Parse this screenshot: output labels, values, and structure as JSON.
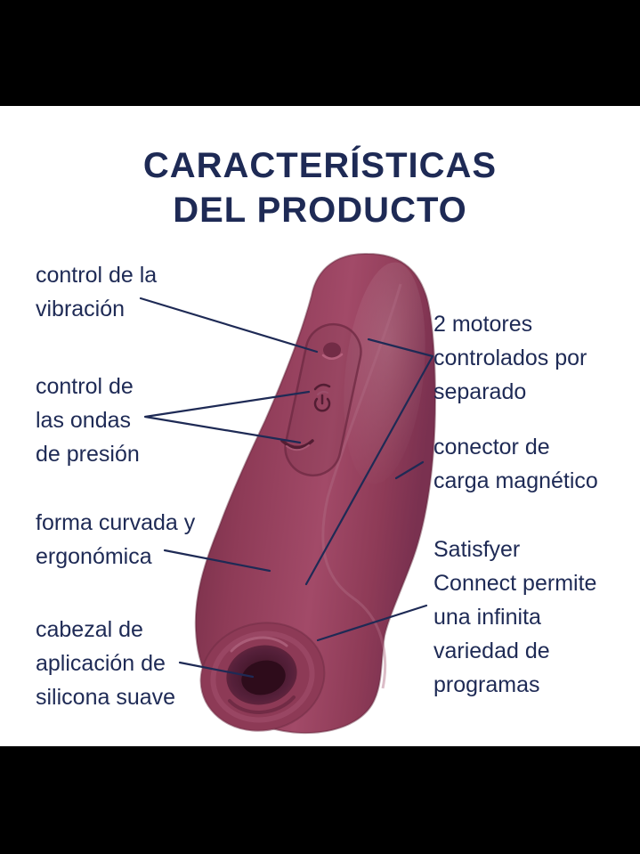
{
  "title": {
    "line1": "CARACTERÍSTICAS",
    "line2": "DEL PRODUCTO"
  },
  "callouts": {
    "left": [
      {
        "id": "vibration-control",
        "text": "control de la\nvibración"
      },
      {
        "id": "pressure-wave-control",
        "text": "control de\nlas ondas\nde presión"
      },
      {
        "id": "curved-shape",
        "text": "forma curvada y\nergonómica"
      },
      {
        "id": "silicone-head",
        "text": "cabezal de\naplicación de\nsilicona suave"
      }
    ],
    "right": [
      {
        "id": "two-motors",
        "text": "2 motores\ncontrolados por\nseparado"
      },
      {
        "id": "magnetic-charge",
        "text": "conector de\ncarga magnético"
      },
      {
        "id": "app-connect",
        "text": "Satisfyer\nConnect permite\nuna infinita\nvariedad de\nprogramas"
      }
    ]
  },
  "colors": {
    "text_navy": "#1e2a55",
    "line_navy": "#1e2a55",
    "product_base": "#8e3b57",
    "product_highlight": "#a24a68",
    "product_shadow": "#6f2b44",
    "opening_dark": "#2e0c1b",
    "letterbox": "#000000",
    "background": "#ffffff"
  }
}
